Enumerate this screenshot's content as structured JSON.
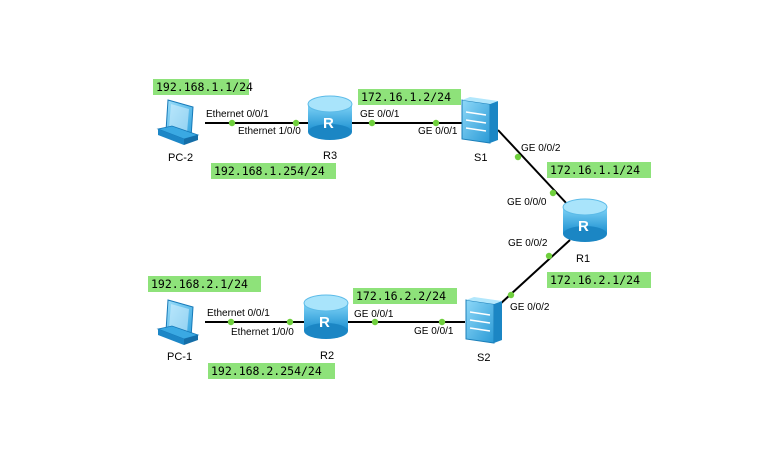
{
  "colors": {
    "ip_label_bg": "#8ee27a",
    "link": "#000000",
    "port_dot": "#6fcf3d",
    "device_blue": "#2fa6e0"
  },
  "devices": {
    "pc2": {
      "name": "PC-2",
      "icon": "pc-icon"
    },
    "r3": {
      "name": "R3",
      "icon": "router-icon"
    },
    "s1": {
      "name": "S1",
      "icon": "switch-icon"
    },
    "r1": {
      "name": "R1",
      "icon": "router-icon"
    },
    "pc1": {
      "name": "PC-1",
      "icon": "pc-icon"
    },
    "r2": {
      "name": "R2",
      "icon": "router-icon"
    },
    "s2": {
      "name": "S2",
      "icon": "switch-icon"
    }
  },
  "ports": {
    "pc2_eth": "Ethernet 0/0/1",
    "r3_eth": "Ethernet 1/0/0",
    "r3_ge": "GE 0/0/1",
    "s1_ge1": "GE 0/0/1",
    "s1_ge2": "GE 0/0/2",
    "r1_ge0": "GE 0/0/0",
    "r1_ge2": "GE 0/0/2",
    "s2_ge2": "GE 0/0/2",
    "s2_ge1": "GE 0/0/1",
    "r2_ge": "GE 0/0/1",
    "r2_eth": "Ethernet 1/0/0",
    "pc1_eth": "Ethernet 0/0/1"
  },
  "ips": {
    "pc2": "192.168.1.1/24",
    "r3_lan": "192.168.1.254/24",
    "r3_wan": "172.16.1.2/24",
    "r1_top": "172.16.1.1/24",
    "r1_bottom": "172.16.2.1/24",
    "r2_wan": "172.16.2.2/24",
    "pc1": "192.168.2.1/24",
    "r2_lan": "192.168.2.254/24"
  }
}
